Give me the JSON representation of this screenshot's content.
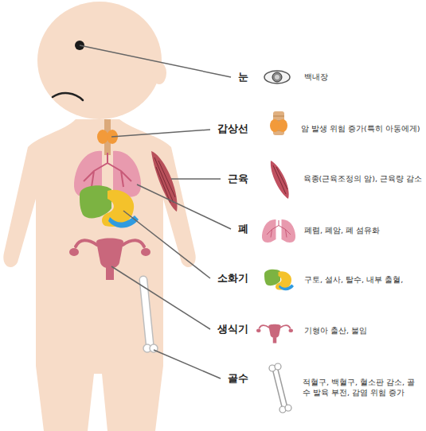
{
  "diagram": {
    "labels": [
      "눈",
      "백내장",
      "갑상선",
      "암 발생 위험 증가(특히 아동에게)",
      "근육",
      "육종(근육조정의 암), 근육량 감소",
      "폐",
      "폐렴, 폐암, 폐 섬유화",
      "소화기",
      "구토, 설사, 탈수, 내부 출혈,",
      "생식기",
      "기형아 출산, 불임",
      "골수",
      "적혈구, 백혈구, 혈소판 감소, 골수 발육 부전, 감염 위험 증가"
    ]
  }
}
